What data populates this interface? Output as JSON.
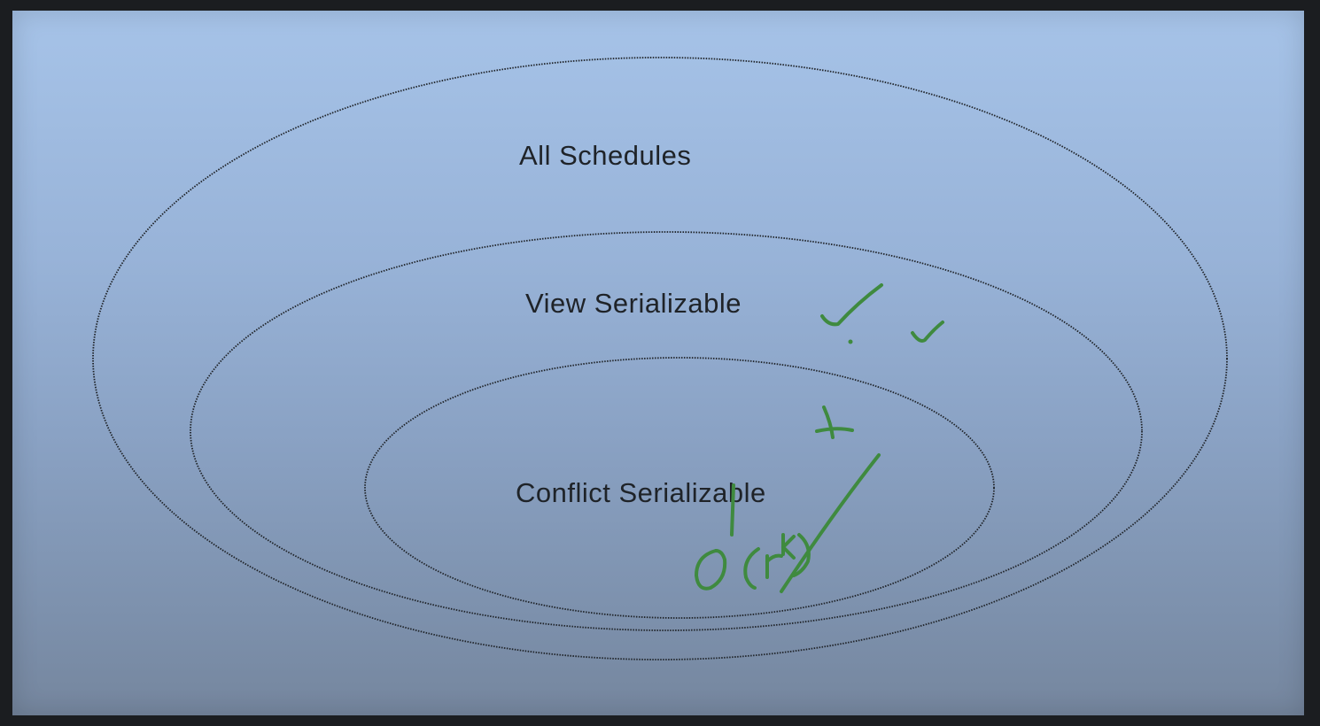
{
  "diagram": {
    "outer_label": "All Schedules",
    "middle_label": "View Serializable",
    "inner_label": "Conflict Serializable"
  },
  "colors": {
    "background_top": "#a6c3e8",
    "background_bottom": "#75869e",
    "outline": "#1f2328",
    "handwriting": "#3f8a3f"
  }
}
